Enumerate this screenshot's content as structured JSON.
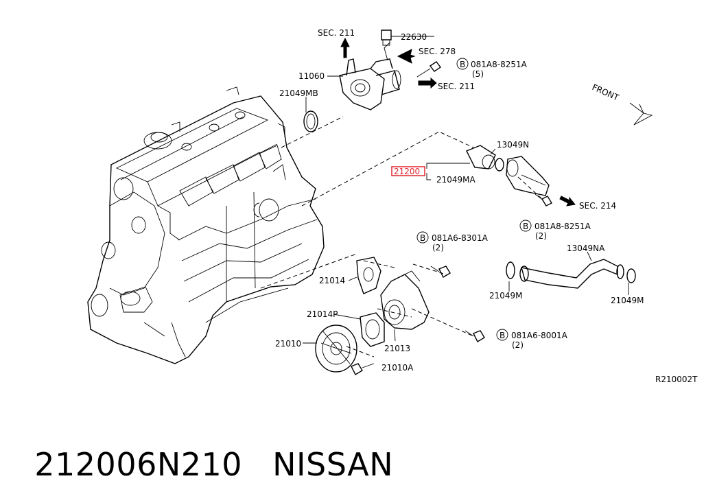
{
  "diagram": {
    "parts": {
      "p22630": "22630",
      "p11060": "11060",
      "p21049MB": "21049MB",
      "p13049N": "13049N",
      "p21200": "21200",
      "p21049MA": "21049MA",
      "p13049NA": "13049NA",
      "p21049M_left": "21049M",
      "p21049M_right": "21049M",
      "p21014": "21014",
      "p21014P": "21014P",
      "p21010": "21010",
      "p21013": "21013",
      "p21010A": "21010A"
    },
    "sections": {
      "sec211_top": "SEC. 211",
      "sec278": "SEC. 278",
      "sec211_right": "SEC. 211",
      "sec214": "SEC. 214"
    },
    "bolts": {
      "b8251A_top": {
        "marker": "B",
        "code": "081A8-8251A",
        "qty": "(5)"
      },
      "b8251A_mid": {
        "marker": "B",
        "code": "081A8-8251A",
        "qty": "(2)"
      },
      "b8301A": {
        "marker": "B",
        "code": "081A6-8301A",
        "qty": "(2)"
      },
      "b8001A": {
        "marker": "B",
        "code": "081A6-8001A",
        "qty": "(2)"
      }
    },
    "front_label": "FRONT",
    "ref_code": "R210002T",
    "highlight_color": "#e0262e"
  },
  "caption": {
    "part_number": "212006N210",
    "brand": "NISSAN"
  }
}
